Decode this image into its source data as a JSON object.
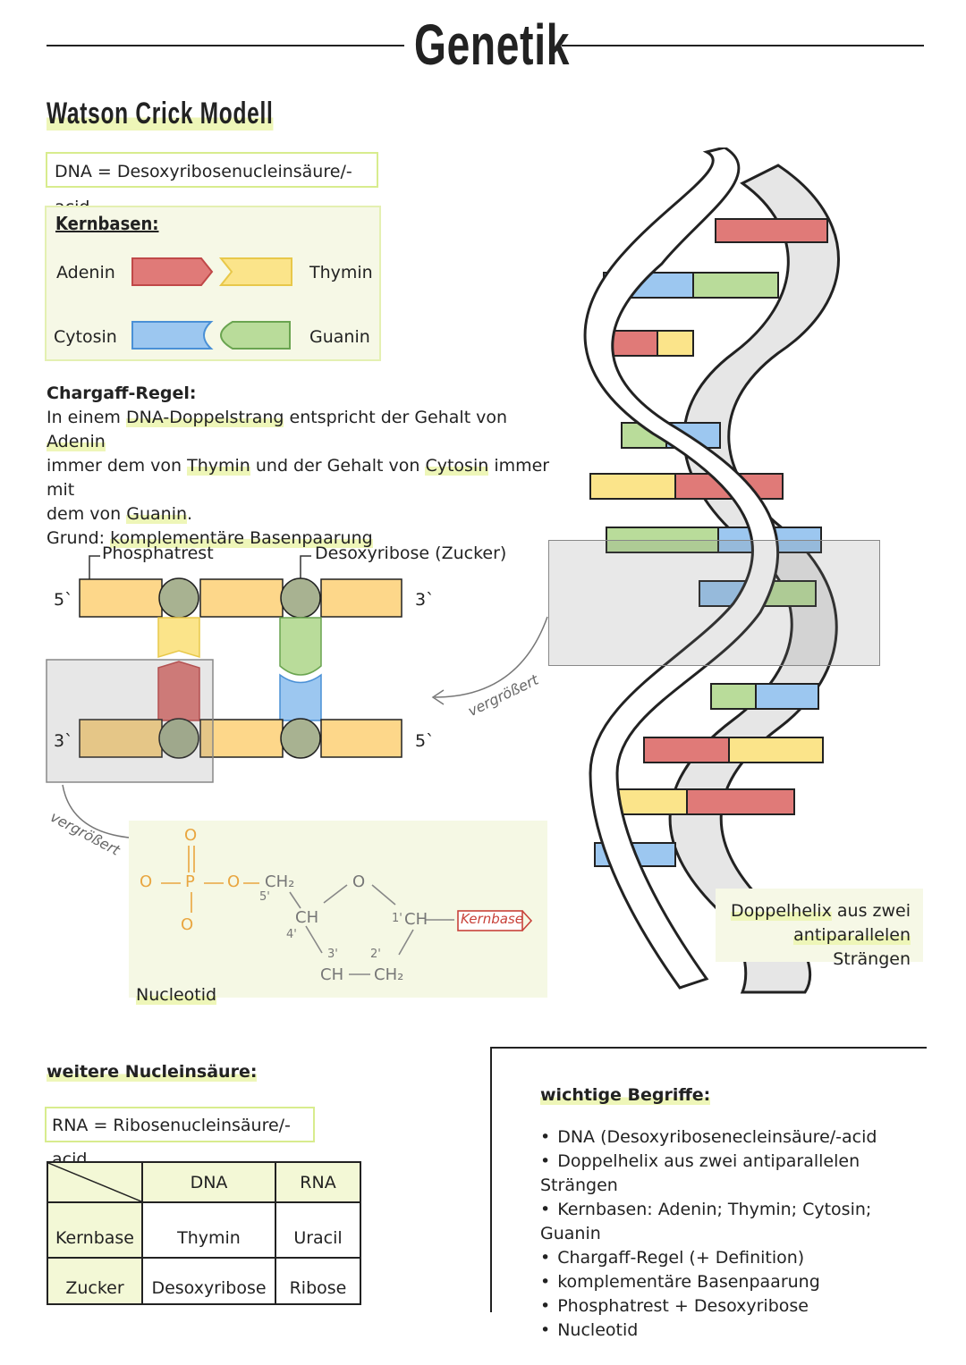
{
  "title": "Genetik",
  "section_title": "Watson Crick Modell",
  "dna_definition": "DNA = Desoxyribosenucleinsäure/-acid",
  "kernbasen": {
    "heading": "Kernbasen:",
    "adenin": "Adenin",
    "thymin": "Thymin",
    "cytosin": "Cytosin",
    "guanin": "Guanin"
  },
  "chargaff": {
    "heading": "Chargaff-Regel:",
    "l1a": "In einem ",
    "l1b": "DNA-Doppelstrang",
    "l1c": " entspricht der Gehalt von ",
    "l1d": "Adenin",
    "l2a": "immer dem von ",
    "l2b": "Thymin",
    "l2c": " und der Gehalt von ",
    "l2d": "Cytosin",
    "l2e": " immer mit",
    "l3a": "dem von ",
    "l3b": "Guanin",
    "l3c": ".",
    "l4a": "Grund: ",
    "l4b": "komplementäre Basenpaarung"
  },
  "strand": {
    "phosphatrest": "Phosphatrest",
    "desoxyribose": "Desoxyribose (Zucker)",
    "top_left": "5`",
    "top_right": "3`",
    "bottom_left": "3`",
    "bottom_right": "5`",
    "vergroessert": "vergrößert"
  },
  "nucleotid": {
    "label": "Nucleotid",
    "kernbase": "Kernbase",
    "o_top": "O",
    "o_left": "O",
    "p": "P",
    "o_mid": "O",
    "ch2": "CH₂",
    "o_bottom": "O",
    "o_ring": "O",
    "ch4": "CH",
    "ch1": "CH",
    "ch3": "CH",
    "ch2b": "CH₂",
    "n5": "5'",
    "n4": "4'",
    "n3": "3'",
    "n2": "2'",
    "n1": "1'"
  },
  "helix_caption": {
    "a": "Doppelhelix",
    "b": " aus zwei",
    "c": "antiparallelen",
    "d": " Strängen"
  },
  "further": {
    "heading": "weitere Nucleinsäure:",
    "rna_definition": "RNA = Ribosenucleinsäure/-acid"
  },
  "table": {
    "col1": "DNA",
    "col2": "RNA",
    "row1": {
      "label": "Kernbase",
      "dna": "Thymin",
      "rna": "Uracil"
    },
    "row2": {
      "label": "Zucker",
      "dna": "Desoxyribose",
      "rna": "Ribose"
    }
  },
  "terms": {
    "heading": "wichtige Begriffe:",
    "items": [
      "DNA (Desoxyribosenecleinsäure/-acid",
      "Doppelhelix aus zwei antiparallelen Strängen",
      "Kernbasen: Adenin; Thymin; Cytosin; Guanin",
      "Chargaff-Regel (+ Definition)",
      "komplementäre Basenpaarung",
      "Phosphatrest + Desoxyribose",
      "Nucleotid"
    ]
  },
  "colors": {
    "adenin": "#e07a78",
    "thymin": "#fbe48a",
    "cytosin": "#9cc7f0",
    "guanin": "#b9dc9a",
    "sugar": "#fdd78a",
    "phosphate": "#a8b291",
    "accent": "#d8ec8e",
    "orange": "#e9a640",
    "red_label": "#c8423a"
  }
}
